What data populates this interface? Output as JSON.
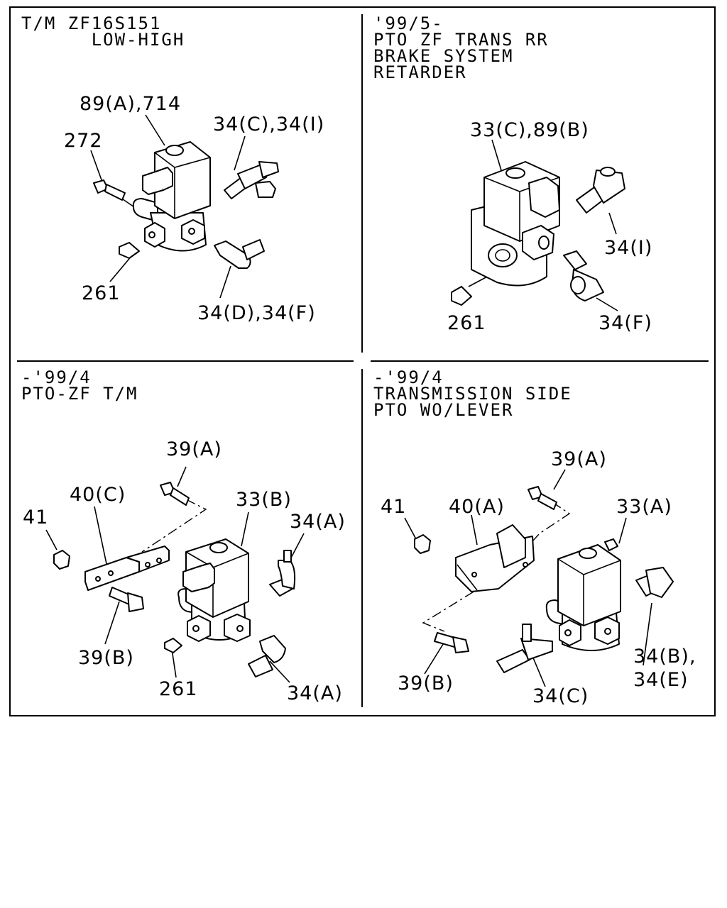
{
  "panels": [
    {
      "header": [
        "T/M ZF16S151",
        "      LOW-HIGH"
      ],
      "labels": {
        "valve": "89(A),714",
        "fitting_top": "34(C),34(I)",
        "bolt": "272",
        "plug": "261",
        "elbow": "34(D),34(F)"
      }
    },
    {
      "header": [
        "'99/5-",
        "PTO ZF TRANS RR",
        "BRAKE SYSTEM",
        "RETARDER"
      ],
      "labels": {
        "valve": "33(C),89(B)",
        "fitting_right": "34(I)",
        "plug": "261",
        "elbow": "34(F)"
      }
    },
    {
      "header": [
        "-'99/4",
        "PTO-ZF T/M"
      ],
      "labels": {
        "bolt_top": "39(A)",
        "bracket": "40(C)",
        "nut": "41",
        "valve": "33(B)",
        "fitting_top": "34(A)",
        "bolt_bottom": "39(B)",
        "plug": "261",
        "fitting_bottom": "34(A)"
      }
    },
    {
      "header": [
        "-'99/4",
        "TRANSMISSION SIDE",
        "PTO WO/LEVER"
      ],
      "labels": {
        "bolt_top": "39(A)",
        "nut": "41",
        "bracket": "40(A)",
        "valve": "33(A)",
        "fitting_right_1": "34(B),",
        "fitting_right_2": "34(E)",
        "bolt_bottom": "39(B)",
        "tee": "34(C)"
      }
    }
  ]
}
